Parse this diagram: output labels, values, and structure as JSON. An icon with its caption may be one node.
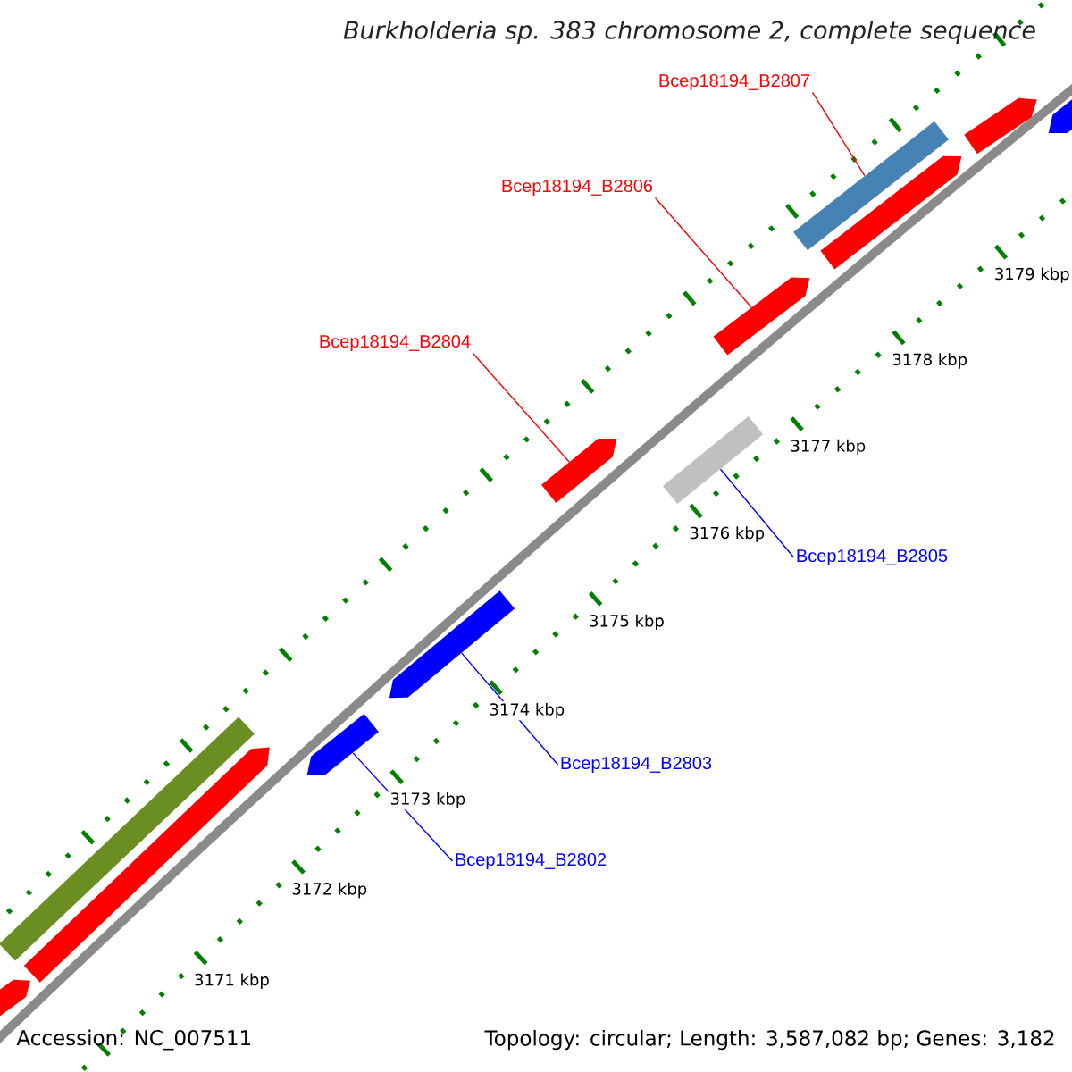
{
  "diagram": {
    "title": "Burkholderia sp. 383 chromosome 2, complete sequence",
    "nodes": [
      {
        "text": [
          "Bcep18194_B2807"
        ]
      },
      {
        "text": [
          "Bcep18194_B2806"
        ]
      },
      {
        "text": [
          "Bcep18194_B2804"
        ]
      },
      {
        "text": [
          "Bcep18194_B2805"
        ]
      },
      {
        "text": [
          "Bcep18194_B2803"
        ]
      },
      {
        "text": [
          "Bcep18194_B2802"
        ]
      },
      {
        "text": [],
        "shape": "bar"
      },
      {
        "text": [],
        "shape": "bar"
      },
      {
        "text": [],
        "shape": "bar"
      },
      {
        "text": [],
        "shape": "bar"
      },
      {
        "text": [],
        "shape": "bar"
      },
      {
        "text": [],
        "shape": "bar"
      },
      {
        "text": [],
        "shape": "bar"
      },
      {
        "text": [],
        "shape": "bar"
      },
      {
        "text": [],
        "shape": "bar"
      },
      {
        "text": [],
        "shape": "bar"
      },
      {
        "text": [],
        "shape": "bar"
      },
      {
        "text": [],
        "shape": "bar"
      }
    ],
    "edges": [
      {
        "from": 0,
        "to": 8,
        "arrow": "none",
        "color": "#ff0000"
      },
      {
        "from": 1,
        "to": 10,
        "arrow": "none",
        "color": "#ff0000"
      },
      {
        "from": 2,
        "to": 12,
        "arrow": "none",
        "color": "#ff0000"
      },
      {
        "from": 3,
        "to": 11,
        "arrow": "none",
        "color": "#0000ff"
      },
      {
        "from": 4,
        "to": 13,
        "arrow": "none",
        "color": "#0000ff"
      },
      {
        "from": 5,
        "to": 14,
        "arrow": "none",
        "color": "#0000ff"
      }
    ],
    "labels": [
      "3179 kbp",
      "3178 kbp",
      "3177 kbp",
      "3176 kbp",
      "3175 kbp",
      "3174 kbp",
      "3173 kbp",
      "3172 kbp",
      "3171 kbp",
      "Accession: NC_007511",
      "Topology: circular; Length: 3,587,082 bp; Genes: 3,182"
    ]
  }
}
